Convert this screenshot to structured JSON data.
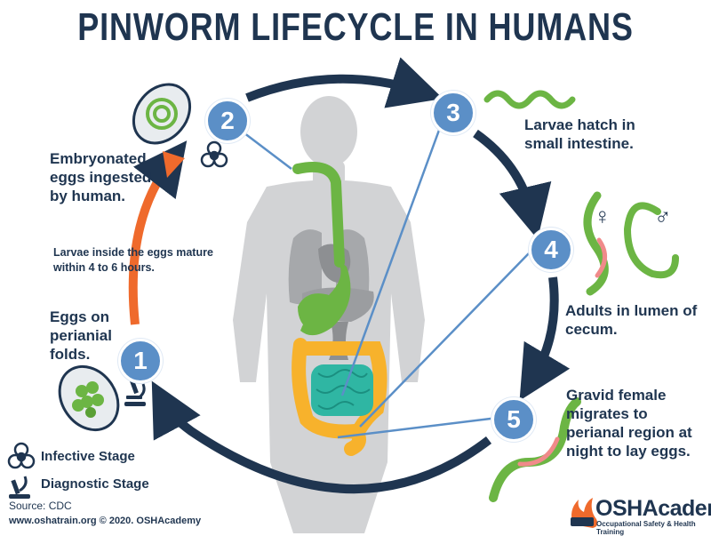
{
  "title": "PINWORM LIFECYCLE IN HUMANS",
  "stages": [
    {
      "number": "1",
      "label": "Eggs on perianial folds."
    },
    {
      "number": "2",
      "label": "Embryonated eggs ingested by human."
    },
    {
      "number": "3",
      "label": "Larvae hatch in small intestine."
    },
    {
      "number": "4",
      "label": "Adults in lumen of cecum."
    },
    {
      "number": "5",
      "label": "Gravid female migrates to perianal region at night to lay eggs."
    }
  ],
  "maturation_note": "Larvae inside the eggs mature within 4 to 6 hours.",
  "sex_symbols": {
    "female": "♀",
    "male": "♂"
  },
  "legend": {
    "infective": "Infective Stage",
    "diagnostic": "Diagnostic Stage"
  },
  "source": "Source: CDC",
  "copyright": "www.oshatrain.org © 2020. OSHAcademy",
  "logo": {
    "name": "OSHAcademy",
    "tagline": "Occupational Safety & Health Training"
  },
  "colors": {
    "navy": "#1f3550",
    "badge": "#5b8fc7",
    "orange_arrow": "#ef6a2c",
    "worm_green": "#6cb544",
    "body_gray": "#d2d3d5",
    "colon_orange": "#f7b22c",
    "intestine_teal": "#2fb6a3"
  }
}
